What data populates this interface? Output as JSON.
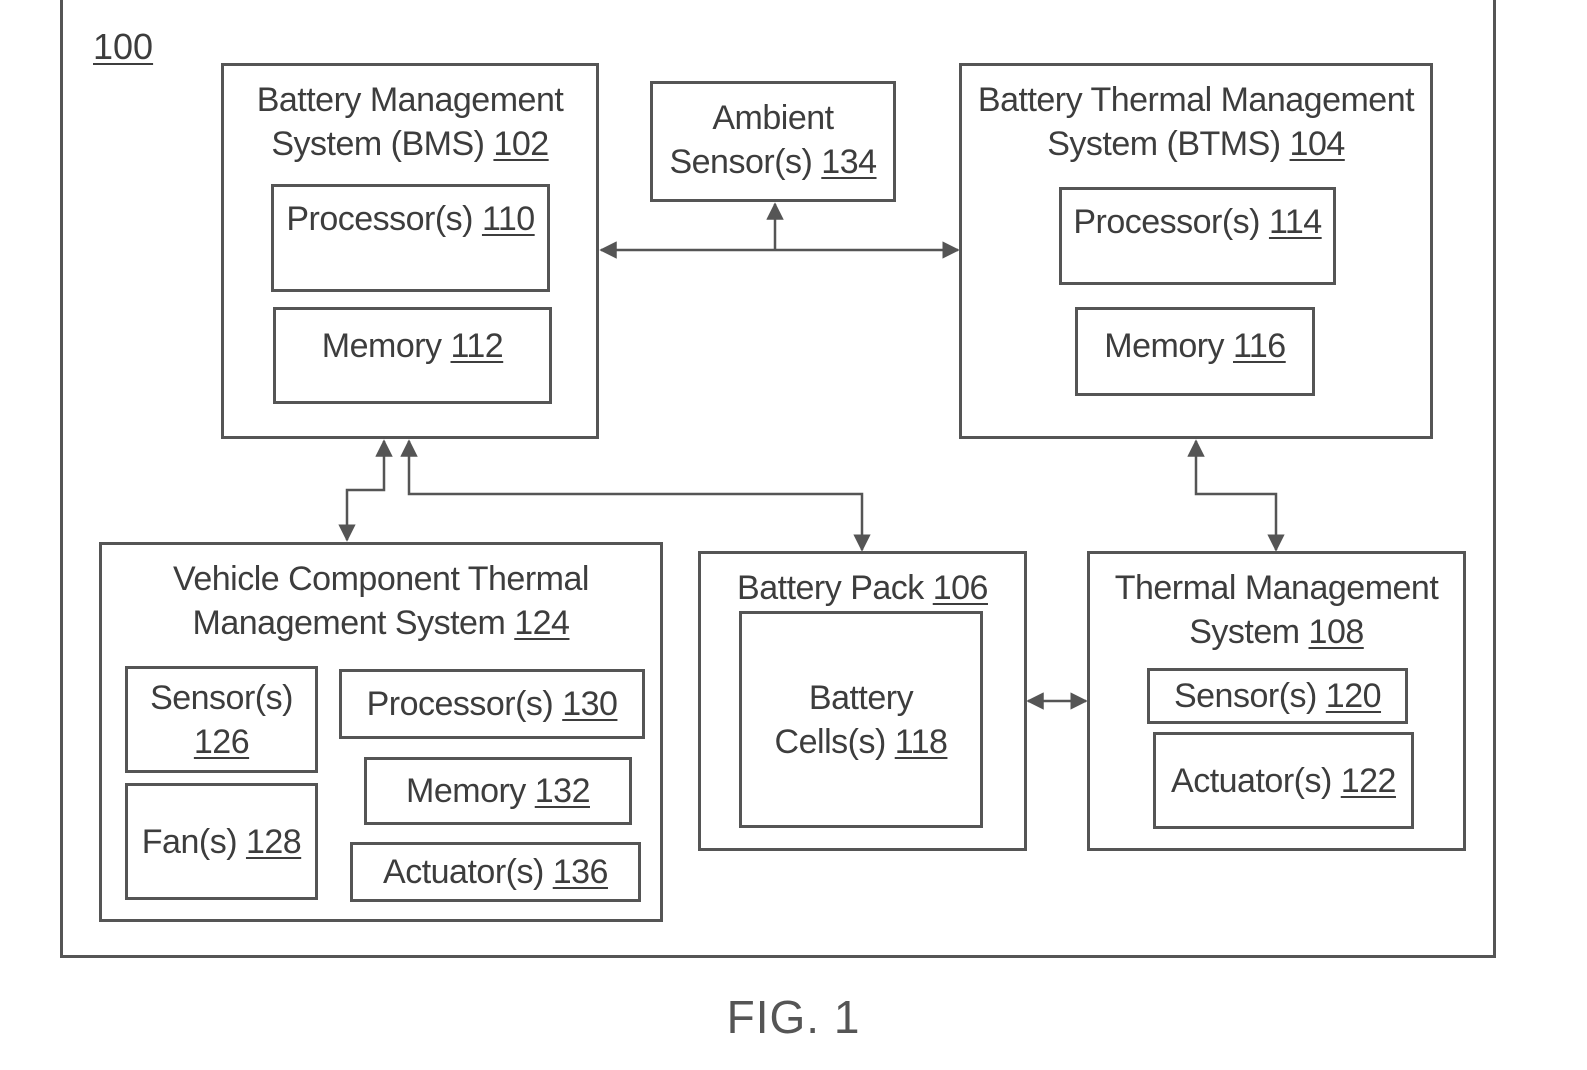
{
  "system_ref": "100",
  "figure_caption": "FIG. 1",
  "bms": {
    "line1": "Battery Management",
    "line2_text": "System (BMS) ",
    "ref": "102"
  },
  "bms_processor": {
    "text": "Processor(s) ",
    "ref": "110"
  },
  "bms_memory": {
    "text": "Memory ",
    "ref": "112"
  },
  "ambient": {
    "line1": "Ambient",
    "line2_text": "Sensor(s) ",
    "ref": "134"
  },
  "btms": {
    "line1": "Battery Thermal Management",
    "line2_text": "System (BTMS) ",
    "ref": "104"
  },
  "btms_processor": {
    "text": "Processor(s) ",
    "ref": "114"
  },
  "btms_memory": {
    "text": "Memory ",
    "ref": "116"
  },
  "vctms": {
    "line1": "Vehicle Component Thermal",
    "line2_text": "Management System ",
    "ref": "124"
  },
  "vctms_sensors": {
    "line1": "Sensor(s)",
    "ref": "126"
  },
  "vctms_fans": {
    "text": "Fan(s) ",
    "ref": "128"
  },
  "vctms_processor": {
    "text": "Processor(s) ",
    "ref": "130"
  },
  "vctms_memory": {
    "text": "Memory ",
    "ref": "132"
  },
  "vctms_actuators": {
    "text": "Actuator(s) ",
    "ref": "136"
  },
  "battery_pack": {
    "text": "Battery Pack ",
    "ref": "106"
  },
  "battery_cells": {
    "line1": "Battery",
    "line2_text": "Cells(s) ",
    "ref": "118"
  },
  "tms": {
    "line1": "Thermal Management",
    "line2_text": "System ",
    "ref": "108"
  },
  "tms_sensors": {
    "text": "Sensor(s) ",
    "ref": "120"
  },
  "tms_actuators": {
    "text": "Actuator(s) ",
    "ref": "122"
  }
}
